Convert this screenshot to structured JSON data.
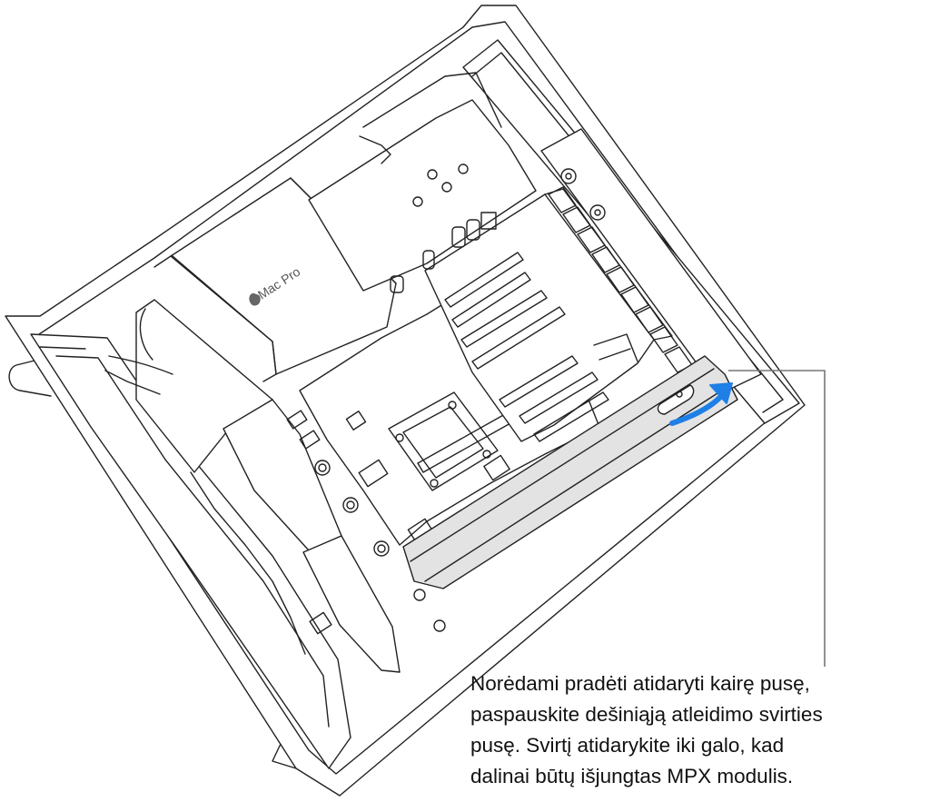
{
  "figure": {
    "brand_label": "Mac Pro",
    "brand_icon": "apple-logo-icon",
    "arrow_color": "#1e7fe6",
    "highlight_color": "#e3e3e3",
    "callout_lines": [
      "Norėdami pradėti atidaryti kairę pusę,",
      "paspauskite dešiniąją atleidimo svirties",
      "pusę. Svirtį atidarykite iki galo, kad",
      "dalinai būtų išjungtas MPX modulis."
    ]
  }
}
